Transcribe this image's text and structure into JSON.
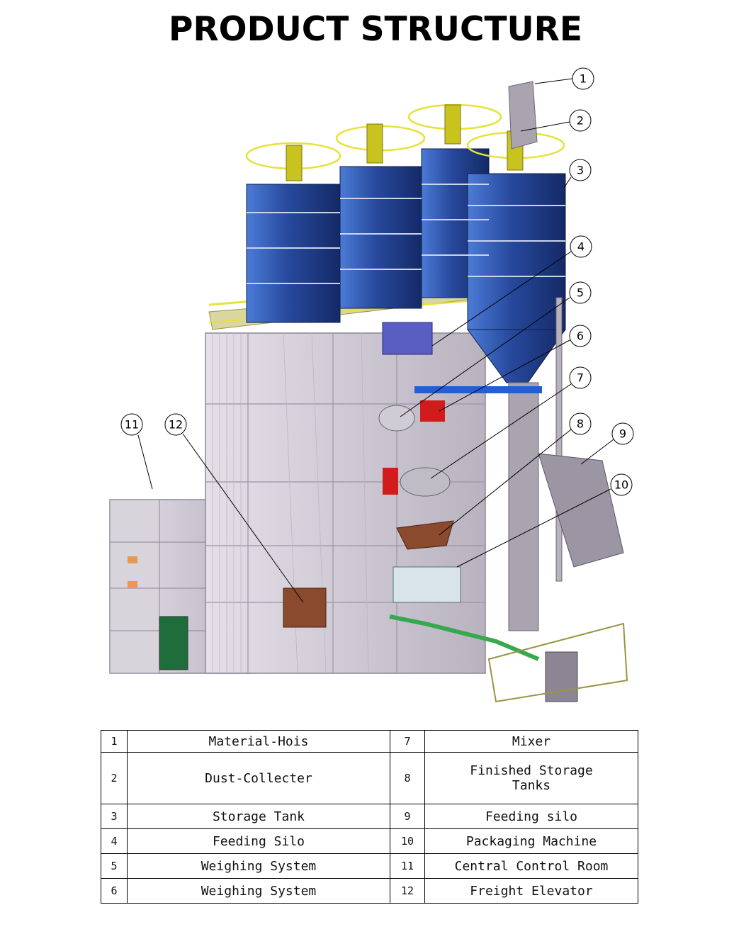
{
  "title": "PRODUCT STRUCTURE",
  "callouts": [
    "1",
    "2",
    "3",
    "4",
    "5",
    "6",
    "7",
    "8",
    "9",
    "10",
    "11",
    "12"
  ],
  "legend": {
    "rows": [
      {
        "n1": "1",
        "name1": "Material-Hois",
        "n2": "7",
        "name2": "Mixer"
      },
      {
        "n1": "2",
        "name1": "Dust-Collecter",
        "n2": "8",
        "name2": "Finished Storage Tanks"
      },
      {
        "n1": "3",
        "name1": "Storage Tank",
        "n2": "9",
        "name2": "Feeding silo"
      },
      {
        "n1": "4",
        "name1": "Feeding Silo",
        "n2": "10",
        "name2": "Packaging Machine"
      },
      {
        "n1": "5",
        "name1": "Weighing System",
        "n2": "11",
        "name2": "Central Control Room"
      },
      {
        "n1": "6",
        "name1": "Weighing System",
        "n2": "12",
        "name2": "Freight Elevator"
      }
    ]
  },
  "colors": {
    "silo_blue": "#1f3f8c",
    "railing_yellow": "#e6e23a",
    "frame_grey": "#c9c3cf",
    "duct_blue": "#2060d0",
    "mixer_red": "#d21c1c",
    "tank_brown": "#8a4a2e"
  }
}
